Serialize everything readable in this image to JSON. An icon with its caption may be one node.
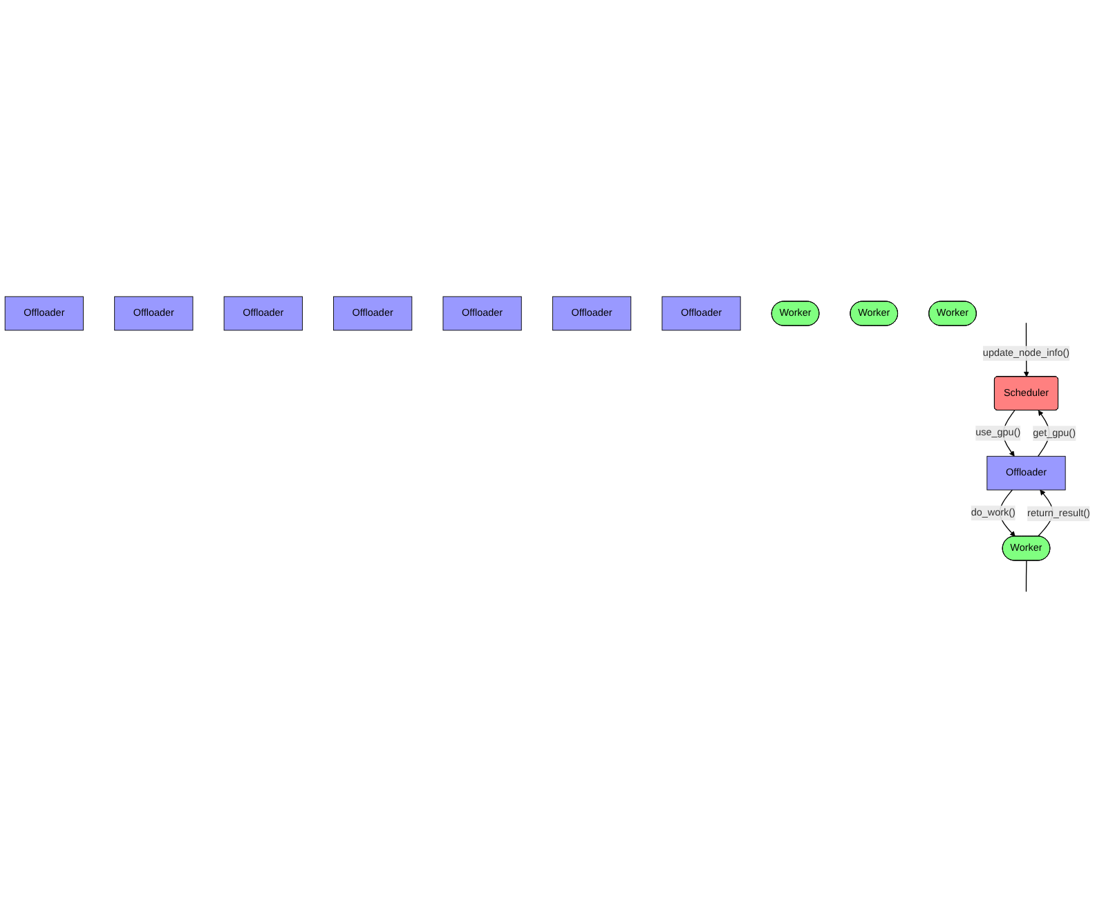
{
  "diagram": {
    "nodes": [
      {
        "text": [
          "Scheduler"
        ]
      },
      {
        "text": [
          "Offloader"
        ]
      },
      {
        "text": [
          "Offloader"
        ]
      },
      {
        "text": [
          "Offloader"
        ]
      },
      {
        "text": [
          "Offloader"
        ]
      },
      {
        "text": [
          "Offloader"
        ]
      },
      {
        "text": [
          "Offloader"
        ]
      },
      {
        "text": [
          "Offloader"
        ]
      },
      {
        "text": [
          "Offloader"
        ]
      },
      {
        "text": [
          "Worker"
        ]
      },
      {
        "text": [
          "Worker"
        ]
      },
      {
        "text": [
          "Worker"
        ]
      },
      {
        "text": [
          "Worker"
        ]
      }
    ],
    "edges": [
      {
        "from": 1,
        "to": 0,
        "arrow": "to",
        "label": "get_gpu()"
      },
      {
        "from": 0,
        "to": 1,
        "arrow": "to",
        "label": "use_gpu()"
      },
      {
        "from": null,
        "to": 0,
        "arrow": "to",
        "label": "update_node_info()"
      },
      {
        "from": 10,
        "to": null,
        "arrow": "none"
      },
      {
        "from": 1,
        "to": 10,
        "arrow": "to",
        "label": "do_work()"
      },
      {
        "from": 10,
        "to": 1,
        "arrow": "to",
        "label": "return_result()"
      }
    ]
  }
}
